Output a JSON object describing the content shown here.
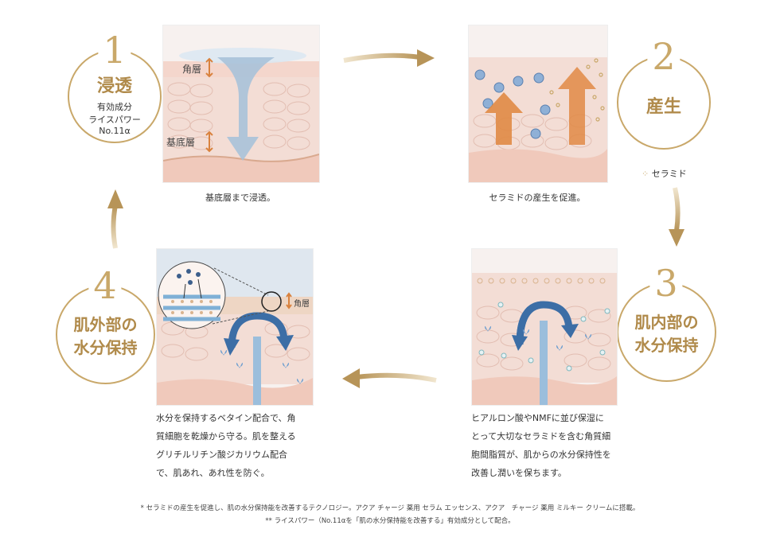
{
  "steps": [
    {
      "number": "1",
      "title": "浸透",
      "sub": [
        "有効成分",
        "ライスパワー",
        "No.11α"
      ],
      "caption": "基底層まで浸透。"
    },
    {
      "number": "2",
      "title": "産生",
      "legend": "セラミド",
      "caption": "セラミドの産生を促進。"
    },
    {
      "number": "3",
      "title_lines": [
        "肌内部の",
        "水分保持"
      ],
      "paragraph": [
        "ヒアルロン酸やNMFに並び保湿に",
        "とって大切なセラミドを含む角質細",
        "胞間脂質が、肌からの水分保持性を",
        "改善し潤いを保ちます。"
      ]
    },
    {
      "number": "4",
      "title_lines": [
        "肌外部の",
        "水分保持"
      ],
      "paragraph": [
        "水分を保持するベタイン配合で、角",
        "質細胞を乾燥から守る。肌を整える",
        "グリチルリチン酸ジカリウム配合",
        "で、肌あれ、あれ性を防ぐ。"
      ]
    }
  ],
  "panel_labels": {
    "stratum": "角層",
    "basal": "基底層",
    "stratum4": "角層"
  },
  "footnotes": [
    "* セラミドの産生を促進し、肌の水分保持能を改善するテクノロジー。アクア チャージ 薬用 セラム エッセンス、アクア　チャージ 薬用 ミルキー クリームに搭載。",
    "** ライスパワー（No.11αを「肌の水分保持能を改善する」有効成分として配合。"
  ],
  "colors": {
    "gold": "#c9a86a",
    "skin": "#f5dcd2",
    "arrow_orange": "#d9823e",
    "arrow_blue": "#3c6ea6"
  }
}
